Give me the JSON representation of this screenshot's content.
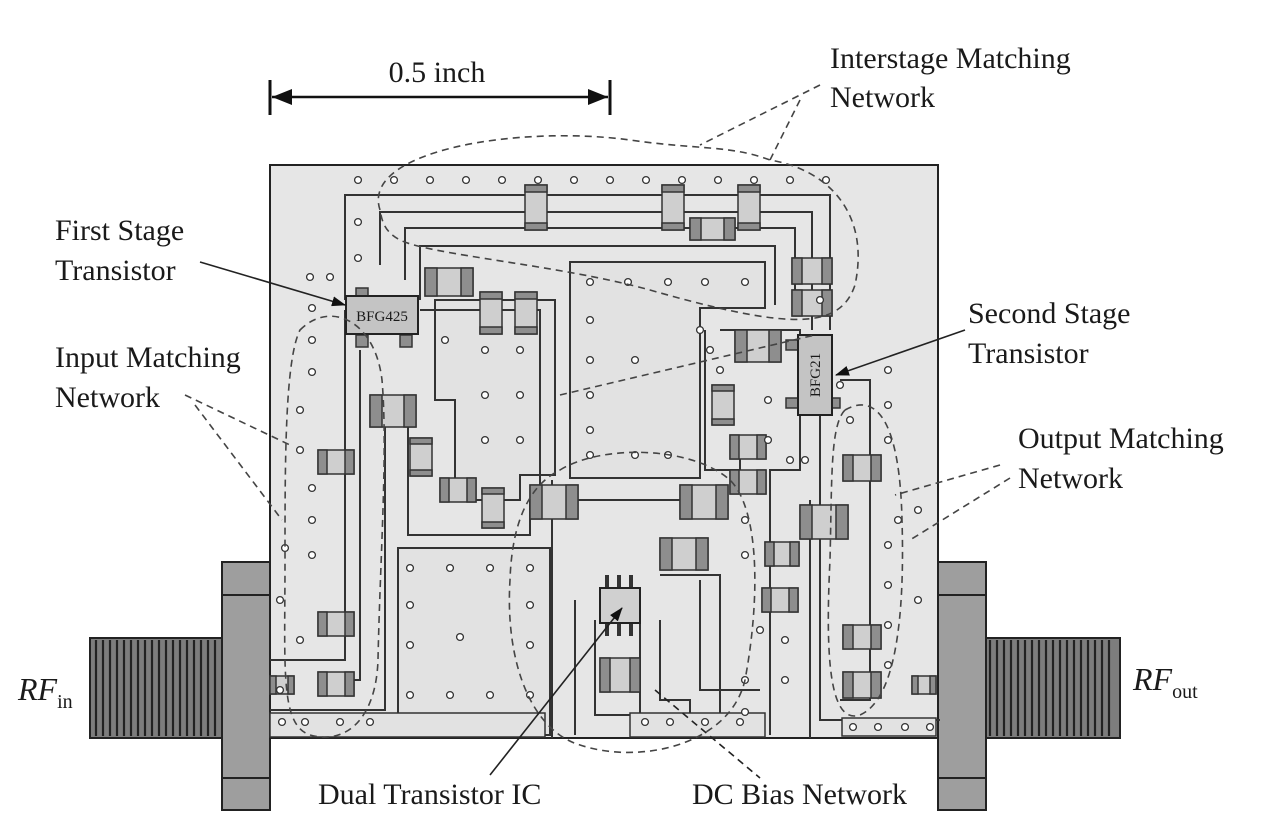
{
  "diagram": {
    "dimension_label": "0.5 inch",
    "labels": {
      "interstage_line1": "Interstage Matching",
      "interstage_line2": "Network",
      "first_stage_line1": "First Stage",
      "first_stage_line2": "Transistor",
      "input_matching_line1": "Input Matching",
      "input_matching_line2": "Network",
      "second_stage_line1": "Second Stage",
      "second_stage_line2": "Transistor",
      "output_matching_line1": "Output Matching",
      "output_matching_line2": "Network",
      "dual_transistor": "Dual Transistor IC",
      "dc_bias": "DC Bias Network"
    },
    "chips": {
      "first": "BFG425",
      "second": "BFG21"
    },
    "rf_in": {
      "base": "RF",
      "sub": "in"
    },
    "rf_out": {
      "base": "RF",
      "sub": "out"
    }
  }
}
